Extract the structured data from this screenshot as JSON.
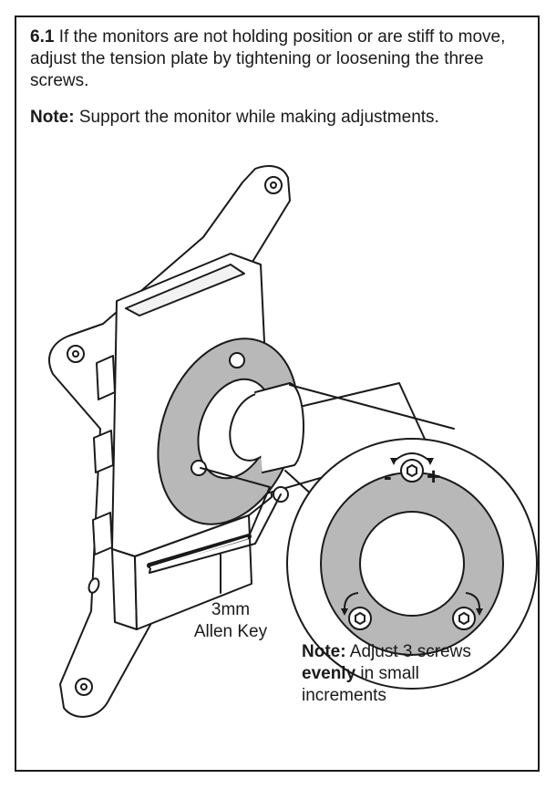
{
  "instruction": {
    "step_number": "6.1",
    "text": " If the monitors are not holding position or are stiff to move, adjust the tension plate by tightening or loosening the three screws."
  },
  "support_note": {
    "label": "Note:",
    "text": " Support the monitor while making adjustments."
  },
  "allen_key_callout": {
    "line1": "3mm",
    "line2": "Allen Key"
  },
  "adjust_note": {
    "label": "Note:",
    "text_before": " Adjust 3 screws ",
    "emphasis": "evenly",
    "text_after": " in small increments"
  },
  "detail_view": {
    "minus_sign": "-",
    "plus_sign": "+"
  }
}
